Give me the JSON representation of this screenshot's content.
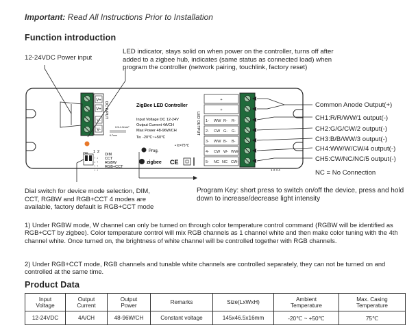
{
  "header": {
    "important": "Important:",
    "text": " Read All Instructions Prior to Installation"
  },
  "function_title": "Function introduction",
  "labels": {
    "power_input": "12-24VDC Power input",
    "led_indicator": "LED indicator, stays solid on when power on the controller, turns off after added to a zigbee hub, indicates (same status as connected load) when program the controller (network pairing, touchlink, factory reset)",
    "common_anode": "Common Anode Output(+)",
    "ch1": "CH1:R/R/WW/1 output(-)",
    "ch2": "CH2:G/G/CW/2 output(-)",
    "ch3": "CH3:B/B/WW/3 output(-)",
    "ch4": "CH4:WW/W/CW/4 output(-)",
    "ch5": "CH5:CW/NC/NC/5 output(-)",
    "nc": "NC = No Connection",
    "dial": "Dial switch for device mode selection, DIM, CCT, RGBW and RGB+CCT 4 modes are available, factory default is RGB+CCT mode",
    "prog_key": "Program Key: short press to switch on/off the device, press and hold down to increase/decrease light intensity"
  },
  "device": {
    "title": "ZigBee LED Controller",
    "specs": [
      "Input Voltage DC 12-24V",
      "Output Current 4A/CH",
      "Max Power 48-96W/CH",
      "Ta: -20℃~+50℃"
    ],
    "tc": "• tc=75℃",
    "dc_input": "DC INPUT",
    "led_output": "LED OUTPUT",
    "vplus": "V+",
    "vminus": "V-",
    "wire_note": "0.5-1.5mm²",
    "strip_len": "6-7mm",
    "modes": [
      "DIM",
      "CCT",
      "RGBW",
      "RGB+CCT"
    ],
    "dip_on": "ON",
    "dip_nums": [
      "1",
      "2"
    ],
    "prog": "Prog.",
    "zigbee": "zigbee",
    "ce": "CE",
    "terminals": [
      {
        "num": "",
        "cells": [
          "+"
        ]
      },
      {
        "num": "",
        "cells": [
          "+"
        ]
      },
      {
        "num": "1-",
        "cells": [
          "WW",
          "R-",
          "R-"
        ]
      },
      {
        "num": "2-",
        "cells": [
          "CW",
          "G-",
          "G-"
        ]
      },
      {
        "num": "3-",
        "cells": [
          "WW",
          "B-",
          "B-"
        ]
      },
      {
        "num": "4-",
        "cells": [
          "CW",
          "W-",
          "WW-"
        ]
      },
      {
        "num": "5-",
        "cells": [
          "NC",
          "NC",
          "CW-"
        ]
      }
    ],
    "bottom_nums": "1 2 3 4"
  },
  "paragraphs": [
    "1) Under RGBW mode, W channel can only be turned on through color temperature control command (RGBW will be identified as RGB+CCT by zigbee). Color temperature control will mix RGB channels as 1 channel white and then make color tuning with the 4th channel white. Once turned on, the brightness of white channel will be controlled together with RGB channels.",
    "2) Under RGB+CCT mode, RGB channels and tunable white channels are controlled separately, they can not be turned on and controlled at the same time."
  ],
  "product_title": "Product Data",
  "table": {
    "headers": [
      "Input\nVoltage",
      "Output\nCurrent",
      "Output\nPower",
      "Remarks",
      "Size(LxWxH)",
      "Ambient\nTemperature",
      "Max. Casing\nTemperature"
    ],
    "row": [
      "12-24VDC",
      "4A/CH",
      "48-96W/CH",
      "Constant voltage",
      "145x46.5x16mm",
      "-20℃ ~ +50℃",
      "75℃"
    ]
  }
}
